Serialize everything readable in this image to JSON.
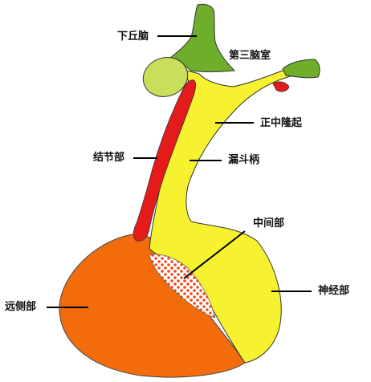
{
  "labels": {
    "hypothalamus": "下丘脑",
    "third_ventricle": "第三脑室",
    "median_eminence": "正中隆起",
    "pars_tuberalis": "结节部",
    "infundibular_stalk": "漏斗柄",
    "pars_intermedia": "中间部",
    "pars_nervosa": "神经部",
    "pars_distalis": "远侧部"
  },
  "colors": {
    "hypothalamus": "#6fae2a",
    "hypothalamus_bulb": "#c9de5a",
    "neural_stalk_and_lobe": "#f7f22f",
    "pars_tuberalis": "#e31b1b",
    "pars_distalis": "#f26c0b",
    "pars_intermedia_dots": "#f24a1a",
    "outline": "#333333",
    "leader_line": "#000000"
  }
}
